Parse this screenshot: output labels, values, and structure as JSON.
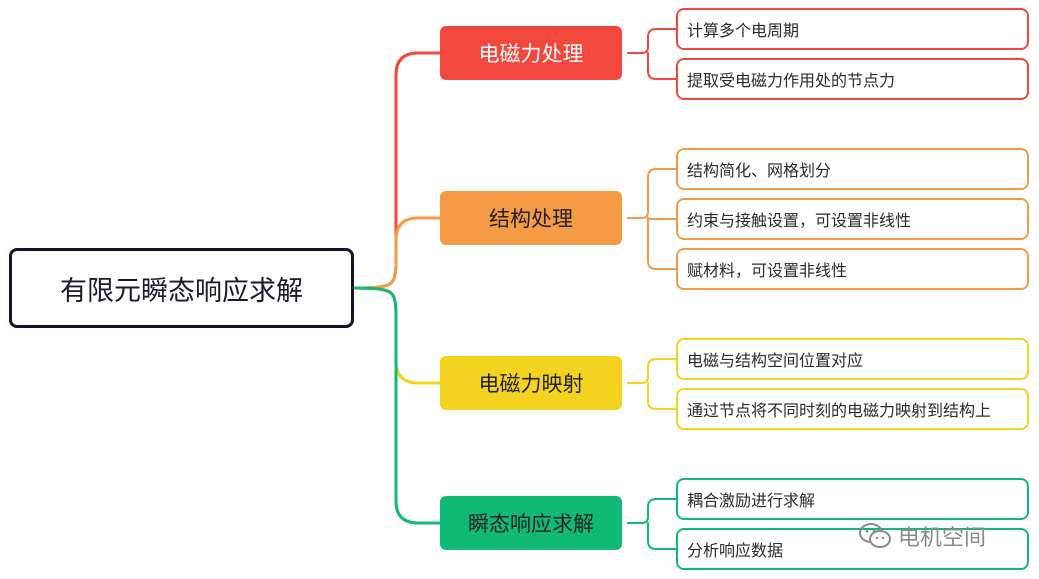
{
  "root": {
    "label": "有限元瞬态响应求解"
  },
  "branches": [
    {
      "label": "电磁力处理",
      "color": "#f2473d",
      "text_color": "#ffffff",
      "leaves": [
        "计算多个电周期",
        "提取受电磁力作用处的节点力"
      ]
    },
    {
      "label": "结构处理",
      "color": "#f59b46",
      "text_color": "#222222",
      "leaves": [
        "结构简化、网格划分",
        "约束与接触设置，可设置非线性",
        "赋材料，可设置非线性"
      ]
    },
    {
      "label": "电磁力映射",
      "color": "#f4d320",
      "text_color": "#222222",
      "leaves": [
        "电磁与结构空间位置对应",
        "通过节点将不同时刻的电磁力映射到结构上"
      ]
    },
    {
      "label": "瞬态响应求解",
      "color": "#10b975",
      "text_color": "#222222",
      "leaves": [
        "耦合激励进行求解",
        "分析响应数据"
      ]
    }
  ],
  "watermark": {
    "text": "电机空间",
    "icon": "wechat-icon"
  }
}
